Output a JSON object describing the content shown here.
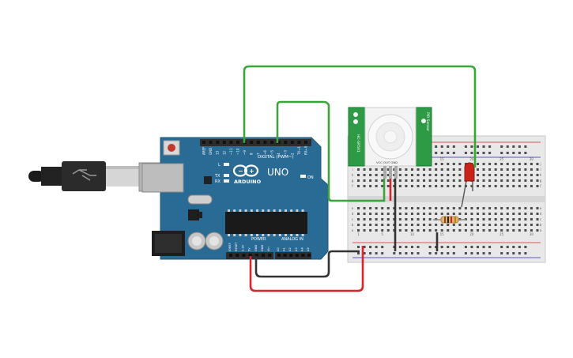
{
  "arduino": {
    "logo_text": "ARDUINO",
    "model": "UNO",
    "digital_label": "DIGITAL (PWM~)",
    "power_label": "POWER",
    "analog_label": "ANALOG IN",
    "on_label": "ON",
    "l_label": "L",
    "tx_label": "TX",
    "rx_label": "RX",
    "digital_pins": [
      "AREF",
      "GND",
      "13",
      "12",
      "~11",
      "~10",
      "~9",
      "8",
      "7",
      "~6",
      "~5",
      "4",
      "~3",
      "2",
      "TX→1",
      "RX←0"
    ],
    "power_pins": [
      "IOREF",
      "RESET",
      "3.3V",
      "5V",
      "GND",
      "GND",
      "Vin"
    ],
    "analog_pins": [
      "A0",
      "A1",
      "A2",
      "A3",
      "A4",
      "A5"
    ]
  },
  "pir_sensor": {
    "left_text": "HC-SR501",
    "right_text": "PIR Sensor",
    "bottom_text": "VCC OUT GND"
  },
  "breadboard": {
    "column_numbers_top": [
      "1",
      "5",
      "10",
      "15",
      "20",
      "25",
      "30"
    ],
    "row_letters_top": [
      "j",
      "i",
      "h",
      "g",
      "f"
    ],
    "row_letters_bottom": [
      "e",
      "d",
      "c",
      "b",
      "a"
    ]
  },
  "colors": {
    "board": "#2a6b96",
    "header": "#333333",
    "breadboard": "#e8e8e8",
    "sensor_pcb": "#2e9a45",
    "wire_green": "#3aa63a",
    "wire_red": "#d7262b",
    "wire_black": "#333333",
    "led": "#c8241c"
  }
}
